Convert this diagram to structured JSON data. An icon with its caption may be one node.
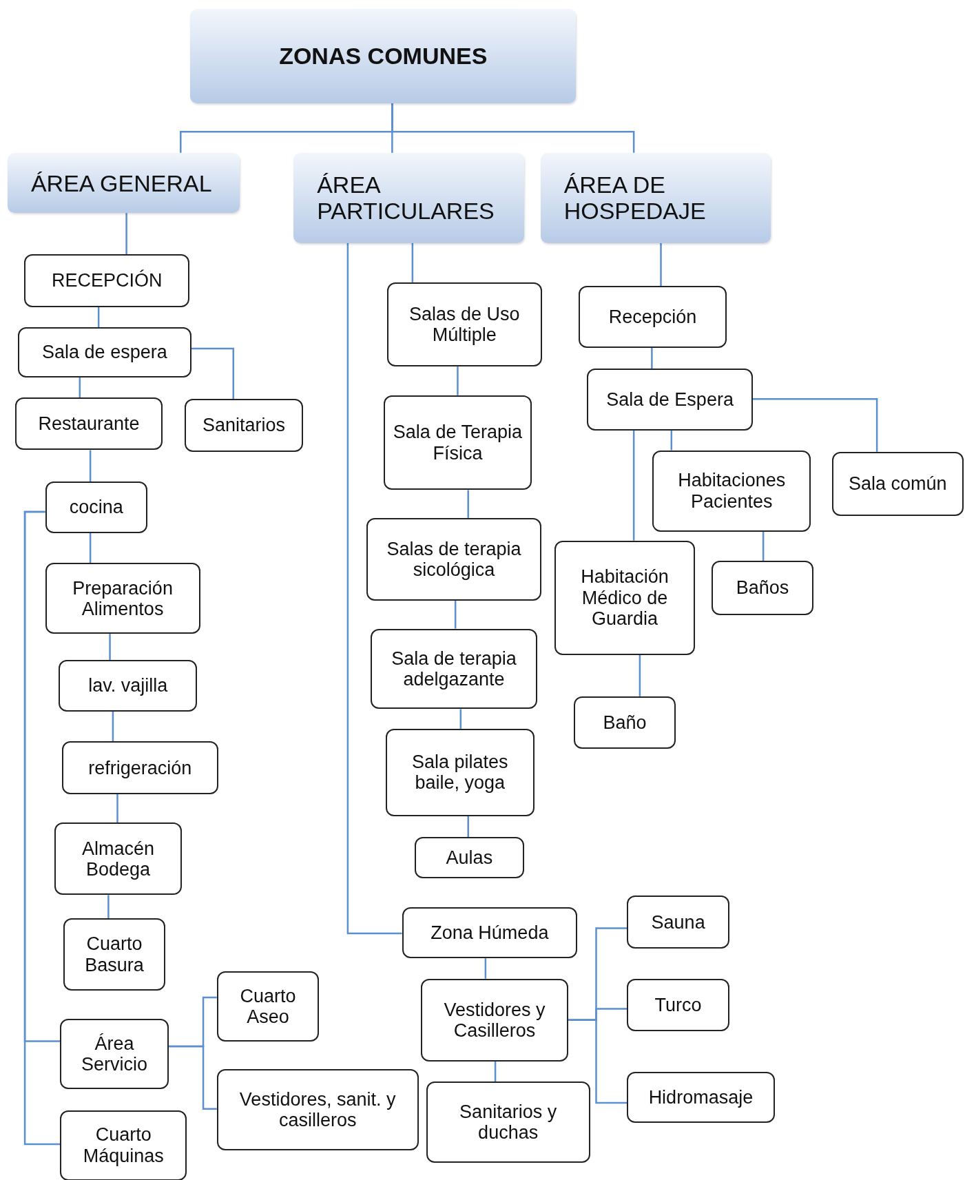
{
  "diagram": {
    "nodes": [
      {
        "text": [
          "ZONAS COMUNES"
        ]
      },
      {
        "text": [
          "ÁREA GENERAL"
        ]
      },
      {
        "text": [
          "ÁREA PARTICULARES"
        ]
      },
      {
        "text": [
          "ÁREA DE HOSPEDAJE"
        ]
      },
      {
        "text": [
          "RECEPCIÓN"
        ]
      },
      {
        "text": [
          "Sala de espera"
        ]
      },
      {
        "text": [
          "Restaurante"
        ]
      },
      {
        "text": [
          "Sanitarios"
        ]
      },
      {
        "text": [
          "cocina"
        ]
      },
      {
        "text": [
          "Preparación Alimentos"
        ]
      },
      {
        "text": [
          "lav. vajilla"
        ]
      },
      {
        "text": [
          "refrigeración"
        ]
      },
      {
        "text": [
          "Almacén Bodega"
        ]
      },
      {
        "text": [
          "Cuarto Basura"
        ]
      },
      {
        "text": [
          "Área Servicio"
        ]
      },
      {
        "text": [
          "Cuarto Aseo"
        ]
      },
      {
        "text": [
          "Vestidores, sanit. y casilleros"
        ]
      },
      {
        "text": [
          "Cuarto Máquinas"
        ]
      },
      {
        "text": [
          "Salas de Uso Múltiple"
        ]
      },
      {
        "text": [
          "Sala de Terapia Física"
        ]
      },
      {
        "text": [
          "Salas de terapia sicológica"
        ]
      },
      {
        "text": [
          "Sala de terapia adelgazante"
        ]
      },
      {
        "text": [
          "Sala pilates baile, yoga"
        ]
      },
      {
        "text": [
          "Aulas"
        ]
      },
      {
        "text": [
          "Zona Húmeda"
        ]
      },
      {
        "text": [
          "Vestidores y Casilleros"
        ]
      },
      {
        "text": [
          "Sanitarios y duchas"
        ]
      },
      {
        "text": [
          "Sauna"
        ]
      },
      {
        "text": [
          "Turco"
        ]
      },
      {
        "text": [
          "Hidromasaje"
        ]
      },
      {
        "text": [
          "Recepción"
        ]
      },
      {
        "text": [
          "Sala de Espera"
        ]
      },
      {
        "text": [
          "Habitaciones Pacientes"
        ]
      },
      {
        "text": [
          "Sala común"
        ]
      },
      {
        "text": [
          "Habitación Médico de Guardia"
        ]
      },
      {
        "text": [
          "Baños"
        ]
      },
      {
        "text": [
          "Baño"
        ]
      }
    ],
    "edges": [
      {
        "from": 0,
        "to": 1,
        "arrow": "none"
      },
      {
        "from": 0,
        "to": 2,
        "arrow": "none"
      },
      {
        "from": 0,
        "to": 3,
        "arrow": "none"
      },
      {
        "from": 1,
        "to": 4,
        "arrow": "none"
      },
      {
        "from": 4,
        "to": 5,
        "arrow": "none"
      },
      {
        "from": 5,
        "to": 6,
        "arrow": "none"
      },
      {
        "from": 5,
        "to": 7,
        "arrow": "none"
      },
      {
        "from": 6,
        "to": 8,
        "arrow": "none"
      },
      {
        "from": 8,
        "to": 9,
        "arrow": "none"
      },
      {
        "from": 9,
        "to": 10,
        "arrow": "none"
      },
      {
        "from": 10,
        "to": 11,
        "arrow": "none"
      },
      {
        "from": 11,
        "to": 12,
        "arrow": "none"
      },
      {
        "from": 12,
        "to": 13,
        "arrow": "none"
      },
      {
        "from": 8,
        "to": 14,
        "arrow": "none"
      },
      {
        "from": 8,
        "to": 17,
        "arrow": "none"
      },
      {
        "from": 14,
        "to": 15,
        "arrow": "none"
      },
      {
        "from": 14,
        "to": 16,
        "arrow": "none"
      },
      {
        "from": 2,
        "to": 18,
        "arrow": "none"
      },
      {
        "from": 18,
        "to": 19,
        "arrow": "none"
      },
      {
        "from": 19,
        "to": 20,
        "arrow": "none"
      },
      {
        "from": 20,
        "to": 21,
        "arrow": "none"
      },
      {
        "from": 21,
        "to": 22,
        "arrow": "none"
      },
      {
        "from": 22,
        "to": 23,
        "arrow": "none"
      },
      {
        "from": 2,
        "to": 24,
        "arrow": "none"
      },
      {
        "from": 24,
        "to": 25,
        "arrow": "none"
      },
      {
        "from": 25,
        "to": 26,
        "arrow": "none"
      },
      {
        "from": 25,
        "to": 27,
        "arrow": "none"
      },
      {
        "from": 25,
        "to": 28,
        "arrow": "none"
      },
      {
        "from": 25,
        "to": 29,
        "arrow": "none"
      },
      {
        "from": 3,
        "to": 30,
        "arrow": "none"
      },
      {
        "from": 30,
        "to": 31,
        "arrow": "none"
      },
      {
        "from": 31,
        "to": 32,
        "arrow": "none"
      },
      {
        "from": 31,
        "to": 33,
        "arrow": "none"
      },
      {
        "from": 31,
        "to": 34,
        "arrow": "none"
      },
      {
        "from": 32,
        "to": 35,
        "arrow": "none"
      },
      {
        "from": 34,
        "to": 36,
        "arrow": "none"
      }
    ]
  }
}
